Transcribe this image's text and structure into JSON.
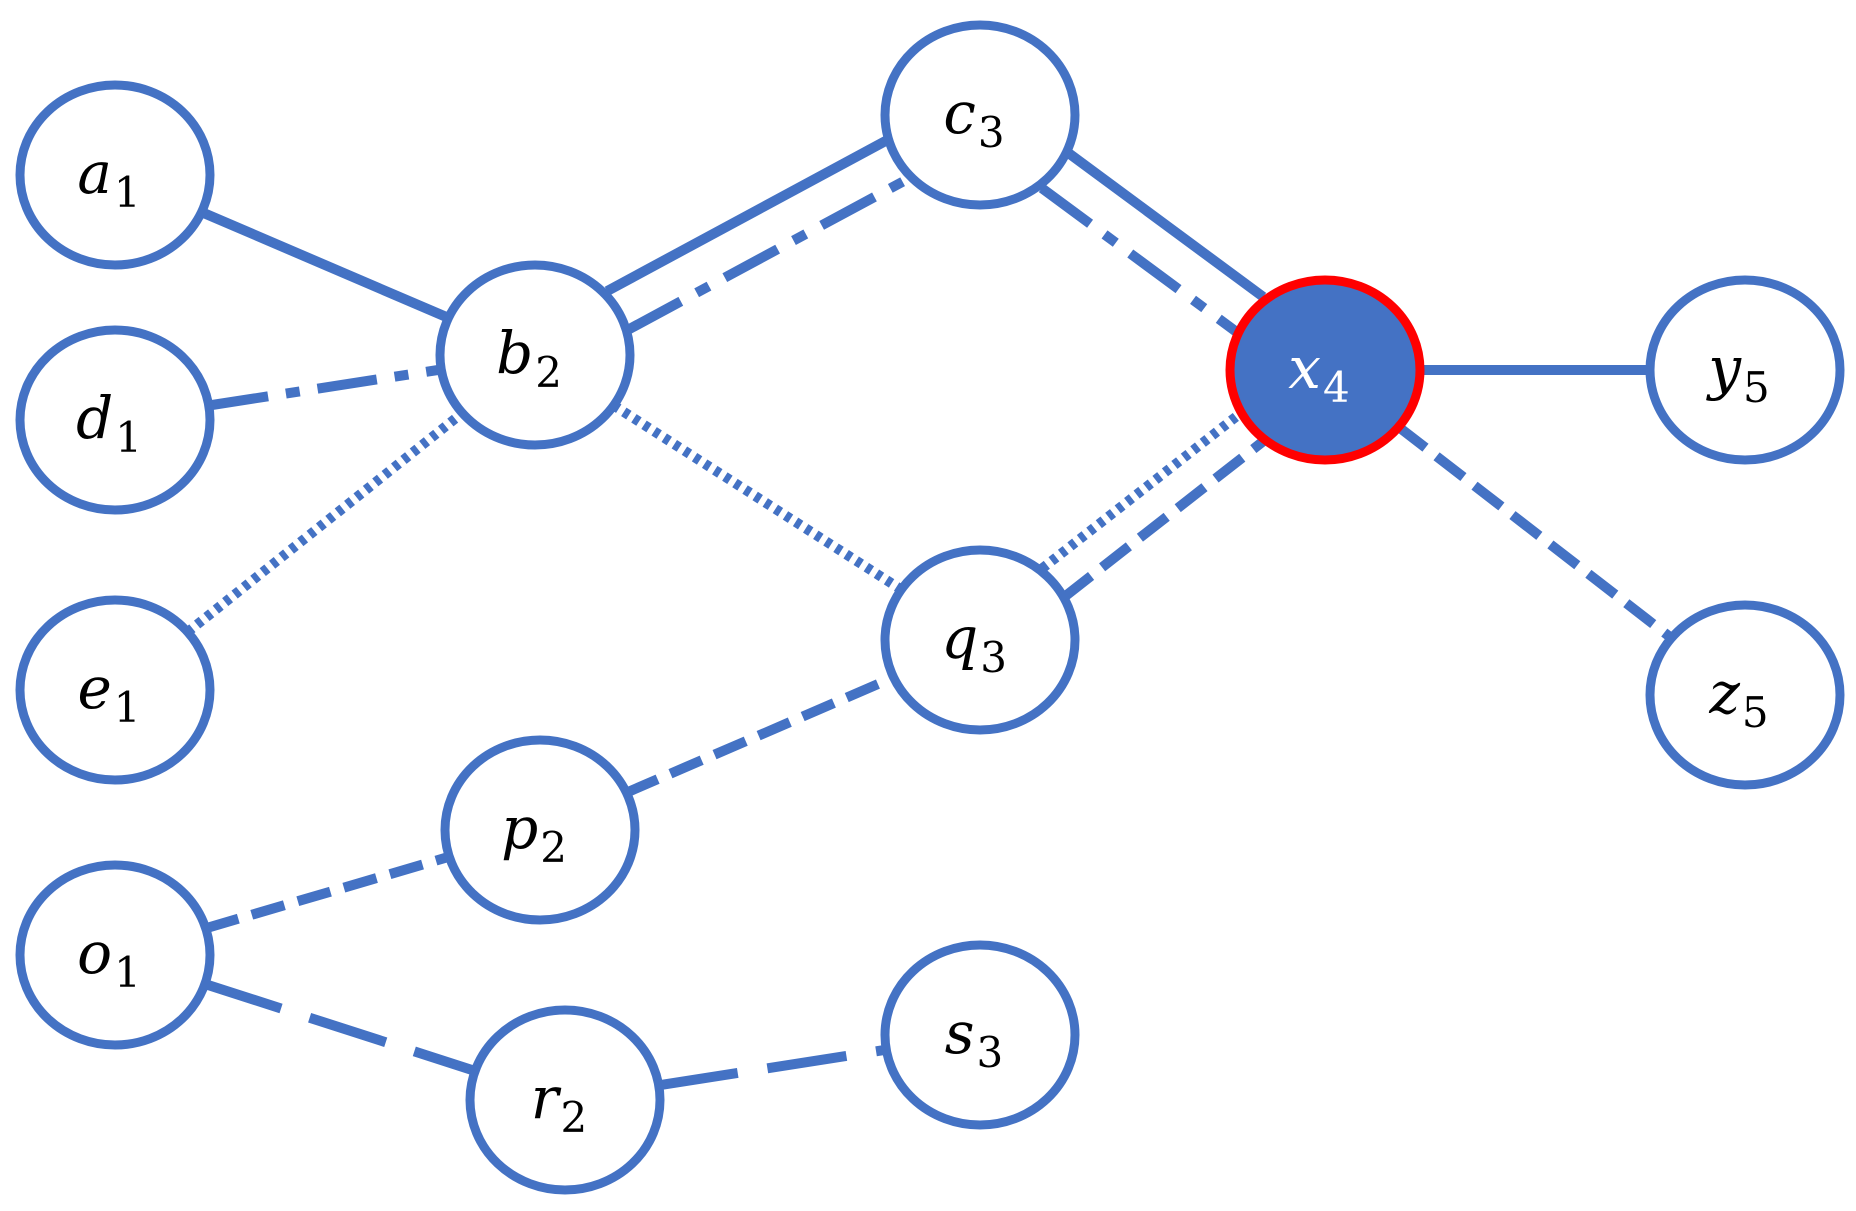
{
  "colors": {
    "edge": "#4472C4",
    "node_stroke": "#4472C4",
    "node_fill": "#FFFFFF",
    "highlight_fill": "#4472C4",
    "highlight_stroke": "#FF0000",
    "label": "#000000",
    "label_on_highlight": "#FFFFFF"
  },
  "nodes": [
    {
      "id": "a1",
      "letter": "a",
      "sub": "1",
      "highlight": false
    },
    {
      "id": "d1",
      "letter": "d",
      "sub": "1",
      "highlight": false
    },
    {
      "id": "e1",
      "letter": "e",
      "sub": "1",
      "highlight": false
    },
    {
      "id": "o1",
      "letter": "o",
      "sub": "1",
      "highlight": false
    },
    {
      "id": "b2",
      "letter": "b",
      "sub": "2",
      "highlight": false
    },
    {
      "id": "p2",
      "letter": "p",
      "sub": "2",
      "highlight": false
    },
    {
      "id": "r2",
      "letter": "r",
      "sub": "2",
      "highlight": false
    },
    {
      "id": "c3",
      "letter": "c",
      "sub": "3",
      "highlight": false
    },
    {
      "id": "q3",
      "letter": "q",
      "sub": "3",
      "highlight": false
    },
    {
      "id": "s3",
      "letter": "s",
      "sub": "3",
      "highlight": false
    },
    {
      "id": "x4",
      "letter": "x",
      "sub": "4",
      "highlight": true
    },
    {
      "id": "y5",
      "letter": "y",
      "sub": "5",
      "highlight": false
    },
    {
      "id": "z5",
      "letter": "z",
      "sub": "5",
      "highlight": false
    }
  ],
  "edges": [
    {
      "id": "a1-b2",
      "from": "a1",
      "to": "b2",
      "style": "solid"
    },
    {
      "id": "d1-b2",
      "from": "d1",
      "to": "b2",
      "style": "dash-dot"
    },
    {
      "id": "e1-b2",
      "from": "e1",
      "to": "b2",
      "style": "dotted"
    },
    {
      "id": "b2-c3-solid",
      "from": "b2",
      "to": "c3",
      "style": "solid"
    },
    {
      "id": "b2-c3-dashdot",
      "from": "b2",
      "to": "c3",
      "style": "dash-dot"
    },
    {
      "id": "b2-q3",
      "from": "b2",
      "to": "q3",
      "style": "dotted"
    },
    {
      "id": "c3-x4-solid",
      "from": "c3",
      "to": "x4",
      "style": "solid"
    },
    {
      "id": "c3-x4-dashdot",
      "from": "c3",
      "to": "x4",
      "style": "dash-dot"
    },
    {
      "id": "q3-x4-dotted",
      "from": "q3",
      "to": "x4",
      "style": "dotted"
    },
    {
      "id": "q3-x4-dashed",
      "from": "q3",
      "to": "x4",
      "style": "dashed"
    },
    {
      "id": "x4-y5",
      "from": "x4",
      "to": "y5",
      "style": "solid"
    },
    {
      "id": "x4-z5",
      "from": "x4",
      "to": "z5",
      "style": "dashed"
    },
    {
      "id": "o1-p2",
      "from": "o1",
      "to": "p2",
      "style": "dashed"
    },
    {
      "id": "p2-q3",
      "from": "p2",
      "to": "q3",
      "style": "dashed"
    },
    {
      "id": "o1-r2",
      "from": "o1",
      "to": "r2",
      "style": "long-dash"
    },
    {
      "id": "r2-s3",
      "from": "r2",
      "to": "s3",
      "style": "long-dash"
    }
  ]
}
